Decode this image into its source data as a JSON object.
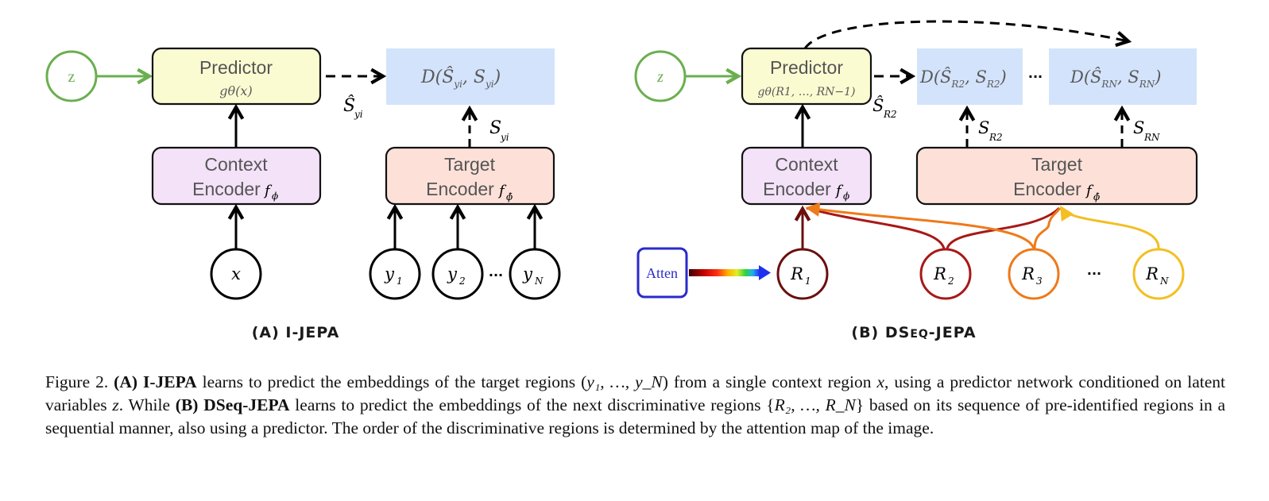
{
  "panel_a": {
    "label": "(A) I-JEPA",
    "latent_node": "z",
    "predictor": {
      "title": "Predictor",
      "formula": "gθ(x)"
    },
    "context_encoder": {
      "line1": "Context",
      "line2": "Encoder",
      "symbol": "f",
      "subscript": "ϕ"
    },
    "target_encoder": {
      "line1": "Target",
      "line2": "Encoder",
      "symbol": "f",
      "subscript": "ϕ̄"
    },
    "loss_box": {
      "text": "D(Ŝ",
      "sub1": "yi",
      "mid": ", S",
      "sub2": "yi",
      "end": ")"
    },
    "pred_output_label": {
      "base": "Ŝ",
      "sub": "yi"
    },
    "target_output_label": {
      "base": "S",
      "sub": "yi"
    },
    "context_input": "x",
    "target_inputs": [
      {
        "base": "y",
        "sub": "1"
      },
      {
        "base": "y",
        "sub": "2"
      },
      {
        "base": "y",
        "sub": "N"
      }
    ],
    "ellipsis": "···"
  },
  "panel_b": {
    "label": "(B) DSeq-JEPA",
    "label_parts": [
      "(B) DS",
      "EQ",
      "-JEPA"
    ],
    "latent_node": "z",
    "predictor": {
      "title": "Predictor",
      "formula": "gθ(R1, …, RN−1)"
    },
    "context_encoder": {
      "line1": "Context",
      "line2": "Encoder",
      "symbol": "f",
      "subscript": "ϕ"
    },
    "target_encoder": {
      "line1": "Target",
      "line2": "Encoder",
      "symbol": "f",
      "subscript": "ϕ̄"
    },
    "loss_boxes": [
      {
        "text": "D(Ŝ",
        "sub1": "R2",
        "mid": ", S",
        "sub2": "R2",
        "end": ")"
      },
      {
        "text": "D(Ŝ",
        "sub1": "RN",
        "mid": ", S",
        "sub2": "RN",
        "end": ")"
      }
    ],
    "pred_output_label": {
      "base": "Ŝ",
      "sub": "R2"
    },
    "target_output_labels": [
      {
        "base": "S",
        "sub": "R2"
      },
      {
        "base": "S",
        "sub": "RN"
      }
    ],
    "attention_box": "Atten",
    "regions": [
      {
        "base": "R",
        "sub": "1",
        "color": "#6b0f0f"
      },
      {
        "base": "R",
        "sub": "2",
        "color": "#a81818"
      },
      {
        "base": "R",
        "sub": "3",
        "color": "#ee7a1a"
      },
      {
        "base": "R",
        "sub": "N",
        "color": "#f3bf22"
      }
    ],
    "ellipsis": "···"
  },
  "colors": {
    "latent_green": "#6aaf4f",
    "predictor_fill": "#fbfbd2",
    "context_fill": "#f3e2f8",
    "target_fill": "#fde1d9",
    "loss_fill": "#d3e3fb",
    "attention_border": "#2a2acc"
  },
  "caption": {
    "prefix": "Figure 2. ",
    "a_tag": "(A)",
    "a_name": "I-JEPA",
    "s1": " learns to predict the embeddings of the target regions (",
    "s1_math": "y₁, …, y_N",
    "s2": ") from a single context region ",
    "s2_math": "x",
    "s3": ", using a predictor network conditioned on latent variables ",
    "s3_math": "z",
    "s4": ". While ",
    "b_tag": "(B)",
    "b_name": "DSeq-JEPA",
    "s5": " learns to predict the embeddings of the next discriminative regions {",
    "s5_math": "R₂, …, R_N",
    "s6": "} based on its sequence of pre-identified regions in a sequential manner, also using a predictor.  The order of the discriminative regions is determined by the attention map of the image."
  }
}
